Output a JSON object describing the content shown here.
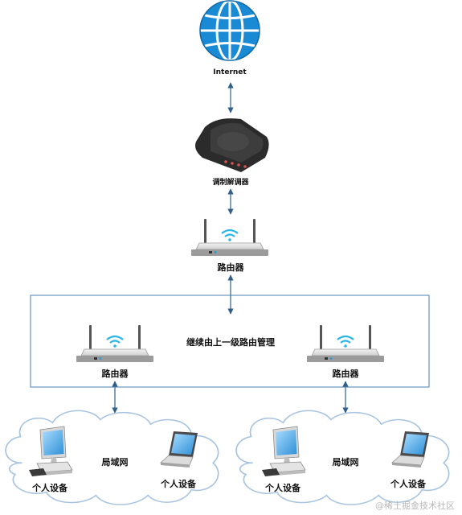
{
  "nodes": {
    "internet": {
      "label": "Internet"
    },
    "modem": {
      "label": "调制解调器"
    },
    "main_router": {
      "label": "路由器"
    },
    "sub_router_left": {
      "label": "路由器"
    },
    "sub_router_right": {
      "label": "路由器"
    }
  },
  "inheritance_box": {
    "label": "继续由上一级路由管理"
  },
  "lan_left": {
    "label": "局域网",
    "desktop_label": "个人设备",
    "laptop_label": "个人设备"
  },
  "lan_right": {
    "label": "局域网",
    "desktop_label": "个人设备",
    "laptop_label": "个人设备"
  },
  "watermark": "@稀土掘金技术社区",
  "colors": {
    "globe": "#1a8ad4",
    "link": "#2f5f8a",
    "wifi": "#29b6e8",
    "box_border": "#4a7fb0",
    "cloud_border": "#a9c4e0"
  }
}
